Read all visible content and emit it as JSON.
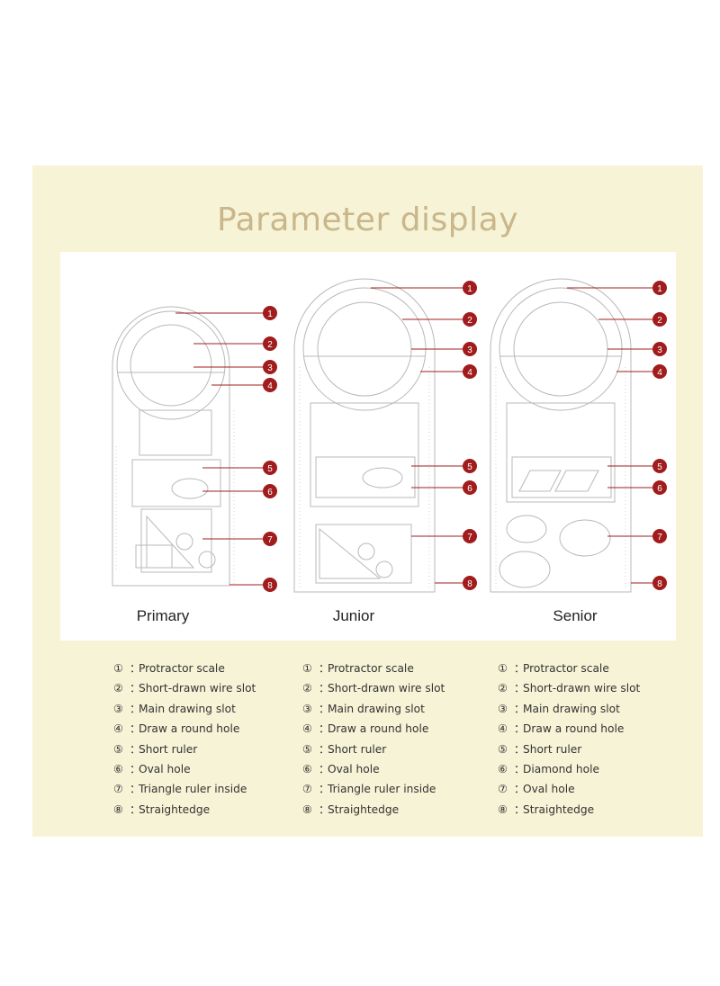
{
  "title": "Parameter display",
  "callout_color": "#a11c1c",
  "tools": [
    {
      "label": "Primary",
      "features": [
        "Protractor scale",
        "Short-drawn wire slot",
        "Main drawing slot",
        "Draw a round hole",
        "Short ruler",
        "Oval hole",
        "Triangle ruler inside",
        "Straightedge"
      ]
    },
    {
      "label": "Junior",
      "features": [
        "Protractor scale",
        "Short-drawn wire slot",
        "Main drawing slot",
        "Draw a round hole",
        "Short ruler",
        "Oval hole",
        "Triangle ruler inside",
        "Straightedge"
      ]
    },
    {
      "label": "Senior",
      "features": [
        "Protractor scale",
        "Short-drawn wire slot",
        "Main drawing slot",
        "Draw a round hole",
        "Short ruler",
        "Diamond hole",
        "Oval hole",
        "Straightedge"
      ]
    }
  ],
  "markers": [
    "①",
    "②",
    "③",
    "④",
    "⑤",
    "⑥",
    "⑦",
    "⑧"
  ],
  "callout_numbers": [
    "1",
    "2",
    "3",
    "4",
    "5",
    "6",
    "7",
    "8"
  ],
  "separator": "："
}
